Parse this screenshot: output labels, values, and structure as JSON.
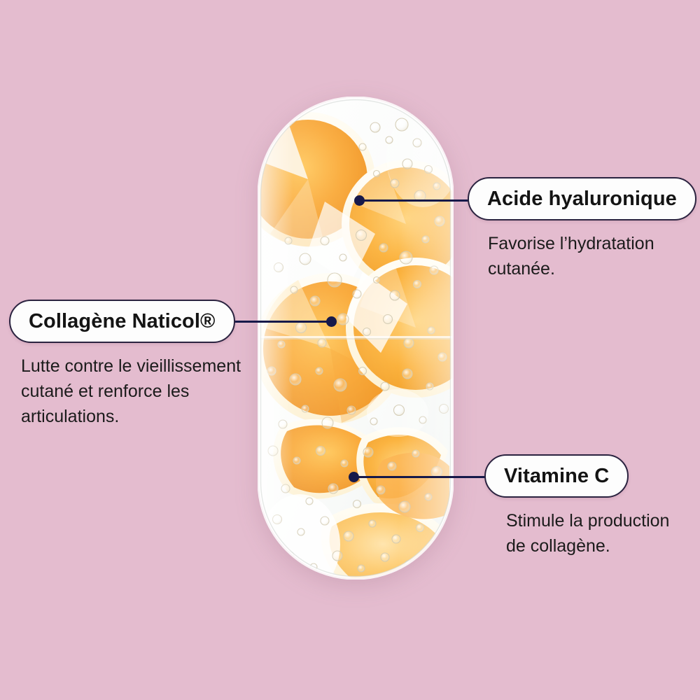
{
  "page": {
    "background_color": "#e4bccf",
    "accent_color": "#16194a",
    "pill_border_color": "#2b2340",
    "pill_background_color": "#fdfdfd",
    "text_color": "#1b1b1b"
  },
  "product": {
    "visual_name": "orange-slices-capsule",
    "description": "Translucent supplement capsule filled with orange slices and sparkling bubbles"
  },
  "callouts": [
    {
      "id": "acide-hyaluronique",
      "title": "Acide hyaluronique",
      "description": "Favorise l’hydratation\ncutanée."
    },
    {
      "id": "collagene-naticol",
      "title": "Collagène Naticol®",
      "description": "Lutte contre le vieillissement\ncutané et renforce les\narticulations."
    },
    {
      "id": "vitamine-c",
      "title": "Vitamine C",
      "description": "Stimule la production\nde collagène."
    }
  ]
}
